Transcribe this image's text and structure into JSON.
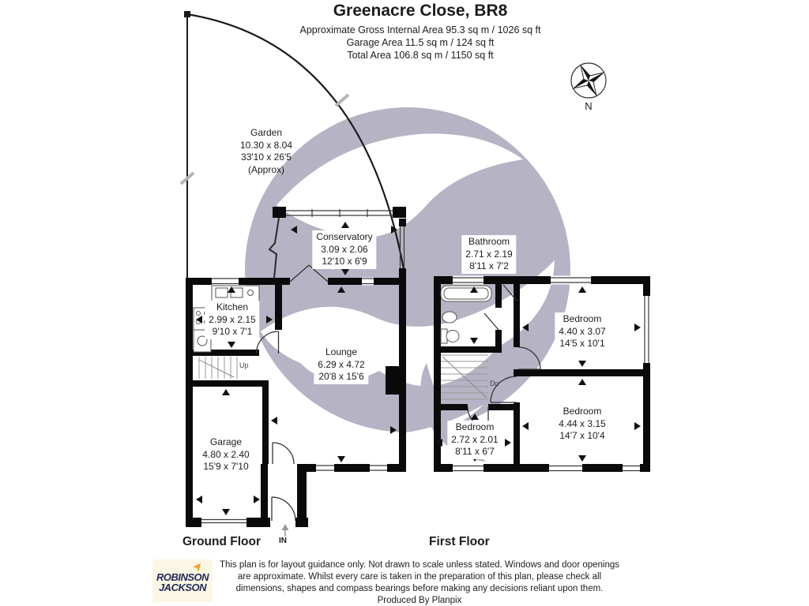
{
  "header": {
    "title": "Greenacre Close, BR8",
    "area_lines": [
      "Approximate Gross Internal Area 95.3 sq m / 1026 sq ft",
      "Garage Area 11.5 sq m / 124 sq ft",
      "Total Area 106.8 sq m / 1150 sq ft"
    ]
  },
  "compass": {
    "label": "N"
  },
  "ground_floor": {
    "label": "Ground Floor",
    "stairs_label": "Up",
    "entrance_label": "IN",
    "rooms": {
      "garden": {
        "name": "Garden",
        "metric": "10.30 x 8.04",
        "imperial": "33'10 x 26'5",
        "note": "(Approx)"
      },
      "conservatory": {
        "name": "Conservatory",
        "metric": "3.09 x 2.06",
        "imperial": "12'10 x 6'9"
      },
      "kitchen": {
        "name": "Kitchen",
        "metric": "2.99 x 2.15",
        "imperial": "9'10 x 7'1"
      },
      "lounge": {
        "name": "Lounge",
        "metric": "6.29 x 4.72",
        "imperial": "20'8 x 15'6"
      },
      "garage": {
        "name": "Garage",
        "metric": "4.80 x 2.40",
        "imperial": "15'9 x 7'10"
      }
    }
  },
  "first_floor": {
    "label": "First Floor",
    "stairs_label": "Dn",
    "rooms": {
      "bathroom": {
        "name": "Bathroom",
        "metric": "2.71 x 2.19",
        "imperial": "8'11 x 7'2"
      },
      "bedroom1": {
        "name": "Bedroom",
        "metric": "4.40 x 3.07",
        "imperial": "14'5 x 10'1"
      },
      "bedroom2": {
        "name": "Bedroom",
        "metric": "4.44 x 3.15",
        "imperial": "14'7 x 10'4"
      },
      "bedroom3": {
        "name": "Bedroom",
        "metric": "2.72 x 2.01",
        "imperial": "8'11 x 6'7"
      }
    }
  },
  "footer": {
    "disclaimer_lines": [
      "This plan is for layout guidance only. Not drawn to scale unless stated. Windows and door openings",
      "are approximate. Whilst every care is taken in the preparation of this plan, please check all",
      "dimensions, shapes and compass bearings before making any decisions reliant upon them."
    ],
    "produced_by": "Produced By Planpix"
  },
  "logo": {
    "line1": "ROBINSON",
    "line2": "JACKSON"
  },
  "colors": {
    "wall": "#0a0a0a",
    "watermark": "#b6b3c4",
    "logo_navy": "#232a5c",
    "logo_yellow": "#fbf7e4",
    "logo_orange": "#f5a01e"
  }
}
